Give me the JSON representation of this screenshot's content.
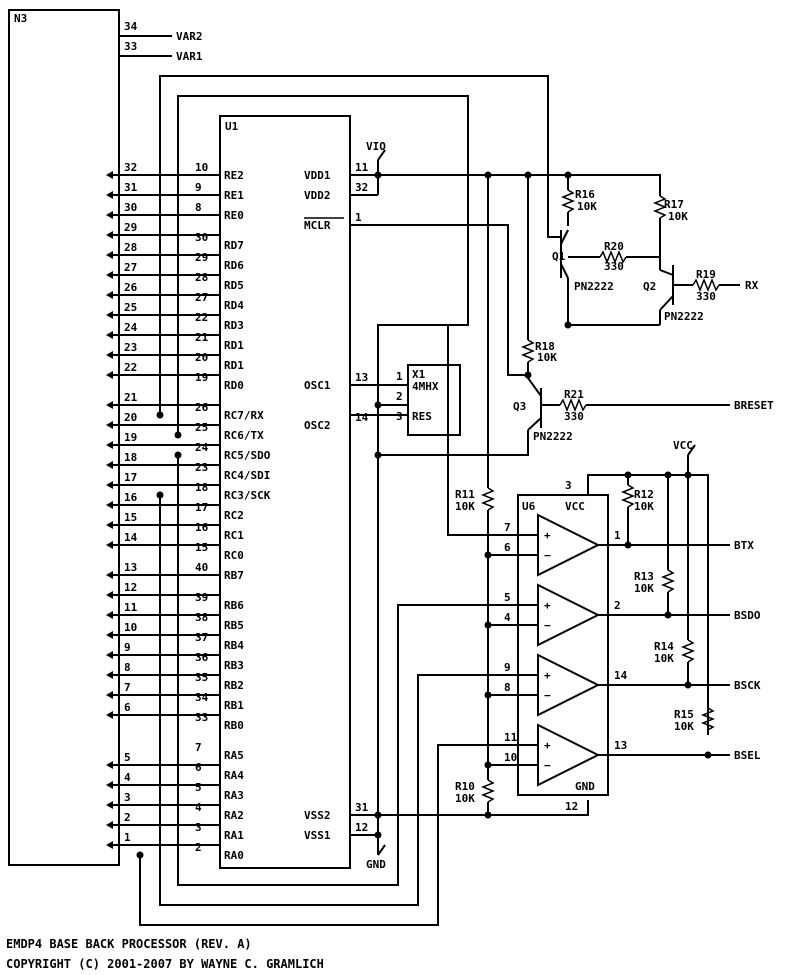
{
  "title": {
    "line1": "EMDP4 BASE BACK PROCESSOR (REV. A)",
    "line2": "COPYRIGHT (C) 2001-2007 BY WAYNE C. GRAMLICH"
  },
  "connector": {
    "name": "N3",
    "var_pins": [
      {
        "pin": "34",
        "net": "VAR2"
      },
      {
        "pin": "33",
        "net": "VAR1"
      }
    ],
    "pins": [
      "32",
      "31",
      "30",
      "29",
      "28",
      "27",
      "26",
      "25",
      "24",
      "23",
      "22",
      "21",
      "20",
      "19",
      "18",
      "17",
      "16",
      "15",
      "14",
      "13",
      "12",
      "11",
      "10",
      "9",
      "8",
      "7",
      "6",
      "5",
      "4",
      "3",
      "2",
      "1"
    ]
  },
  "u1": {
    "name": "U1",
    "left_pins": [
      {
        "num": "10",
        "label": "RE2"
      },
      {
        "num": "9",
        "label": "RE1"
      },
      {
        "num": "8",
        "label": "RE0"
      },
      {
        "num": "30",
        "label": "RD7"
      },
      {
        "num": "29",
        "label": "RD6"
      },
      {
        "num": "28",
        "label": "RD5"
      },
      {
        "num": "27",
        "label": "RD4"
      },
      {
        "num": "22",
        "label": "RD3"
      },
      {
        "num": "21",
        "label": "RD1"
      },
      {
        "num": "20",
        "label": "RD1"
      },
      {
        "num": "19",
        "label": "RD0"
      },
      {
        "num": "26",
        "label": "RC7/RX"
      },
      {
        "num": "25",
        "label": "RC6/TX"
      },
      {
        "num": "24",
        "label": "RC5/SDO"
      },
      {
        "num": "23",
        "label": "RC4/SDI"
      },
      {
        "num": "18",
        "label": "RC3/SCK"
      },
      {
        "num": "17",
        "label": "RC2"
      },
      {
        "num": "16",
        "label": "RC1"
      },
      {
        "num": "15",
        "label": "RC0"
      },
      {
        "num": "40",
        "label": "RB7"
      },
      {
        "num": "39",
        "label": "RB6"
      },
      {
        "num": "38",
        "label": "RB5"
      },
      {
        "num": "37",
        "label": "RB4"
      },
      {
        "num": "36",
        "label": "RB3"
      },
      {
        "num": "35",
        "label": "RB2"
      },
      {
        "num": "34",
        "label": "RB1"
      },
      {
        "num": "33",
        "label": "RB0"
      },
      {
        "num": "7",
        "label": "RA5"
      },
      {
        "num": "6",
        "label": "RA4"
      },
      {
        "num": "5",
        "label": "RA3"
      },
      {
        "num": "4",
        "label": "RA2"
      },
      {
        "num": "3",
        "label": "RA1"
      },
      {
        "num": "2",
        "label": "RA0"
      }
    ],
    "right_pins": [
      {
        "num": "11",
        "label": "VDD1"
      },
      {
        "num": "32",
        "label": "VDD2"
      },
      {
        "num": "1",
        "label": "MCLR"
      },
      {
        "num": "13",
        "label": "OSC1"
      },
      {
        "num": "14",
        "label": "OSC2"
      },
      {
        "num": "31",
        "label": "VSS2"
      },
      {
        "num": "12",
        "label": "VSS1"
      }
    ]
  },
  "power": {
    "vio": "VIO",
    "vcc": "VCC",
    "gnd": "GND"
  },
  "x1": {
    "name": "X1",
    "value": "4MHX",
    "pins": [
      "1",
      "2",
      "3"
    ],
    "res": "RES"
  },
  "resistors": [
    {
      "name": "R16",
      "value": "10K"
    },
    {
      "name": "R17",
      "value": "10K"
    },
    {
      "name": "R20",
      "value": "330"
    },
    {
      "name": "R19",
      "value": "330"
    },
    {
      "name": "R18",
      "value": "10K"
    },
    {
      "name": "R21",
      "value": "330"
    },
    {
      "name": "R11",
      "value": "10K"
    },
    {
      "name": "R12",
      "value": "10K"
    },
    {
      "name": "R13",
      "value": "10K"
    },
    {
      "name": "R14",
      "value": "10K"
    },
    {
      "name": "R15",
      "value": "10K"
    },
    {
      "name": "R10",
      "value": "10K"
    }
  ],
  "transistors": [
    {
      "name": "Q1",
      "part": "PN2222"
    },
    {
      "name": "Q2",
      "part": "PN2222"
    },
    {
      "name": "Q3",
      "part": "PN2222"
    }
  ],
  "u6": {
    "name": "U6",
    "vcc": "VCC",
    "gnd": "GND",
    "vcc_pin": "3",
    "gnd_pin": "12",
    "comparators": [
      {
        "plus": "7",
        "minus": "6",
        "out": "1"
      },
      {
        "plus": "5",
        "minus": "4",
        "out": "2"
      },
      {
        "plus": "9",
        "minus": "8",
        "out": "14"
      },
      {
        "plus": "11",
        "minus": "10",
        "out": "13"
      }
    ],
    "plus_sign": "+",
    "minus_sign": "−"
  },
  "nets": {
    "rx": "RX",
    "breset": "BRESET",
    "btx": "BTX",
    "bsdo": "BSDO",
    "bsck": "BSCK",
    "bsel": "BSEL"
  }
}
